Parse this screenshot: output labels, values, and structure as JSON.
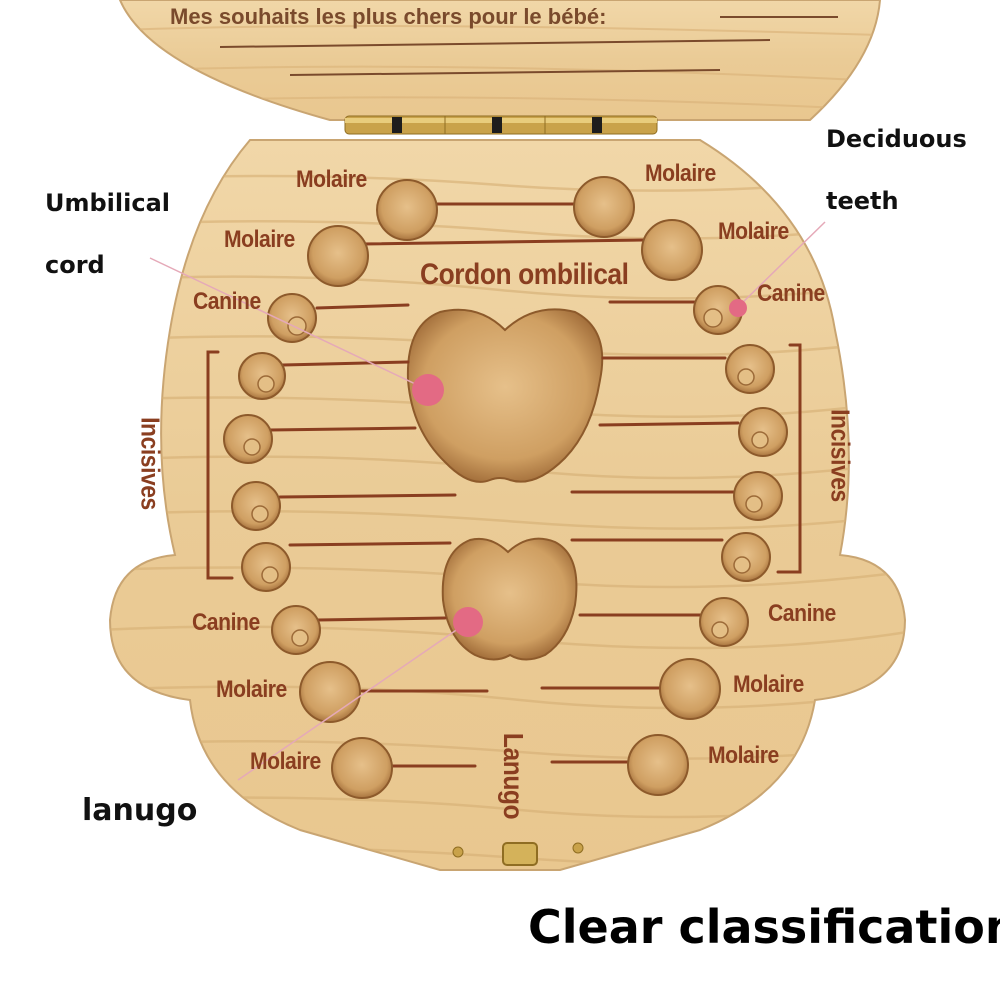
{
  "lid": {
    "wish_text": "Mes souhaits les plus chers pour le bébé:"
  },
  "box": {
    "labels": {
      "molaire_tl_top": "Molaire",
      "molaire_tr_top": "Molaire",
      "molaire_tl": "Molaire",
      "molaire_tr": "Molaire",
      "cordon": "Cordon ombilical",
      "canine_tl": "Canine",
      "canine_tr": "Canine",
      "incisives_left": "Incisives",
      "incisives_right": "Incisives",
      "canine_bl": "Canine",
      "canine_br": "Canine",
      "molaire_bl": "Molaire",
      "molaire_br": "Molaire",
      "molaire_bl_bottom": "Molaire",
      "molaire_br_bottom": "Molaire",
      "lanugo": "Lanugo"
    }
  },
  "callouts": {
    "umbilical": "Umbilical cord",
    "umbilical_line1": "Umbilical",
    "umbilical_line2": "cord",
    "deciduous_line1": "Deciduous",
    "deciduous_line2": "teeth",
    "lanugo": "lanugo"
  },
  "caption": "Clear classification",
  "colors": {
    "wood": "#eccf9d",
    "wood_grain": "#d9b67c",
    "engraving": "#8a3e20",
    "hinge": "#c9a24a",
    "marker": "#e36a84"
  }
}
